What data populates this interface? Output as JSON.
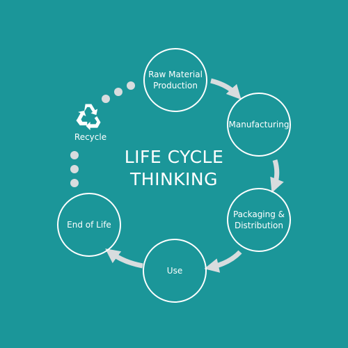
{
  "diagram": {
    "title_lines": [
      "LIFE CYCLE",
      "THINKING"
    ],
    "stages": [
      {
        "id": "raw",
        "label": "Raw Material\nProduction"
      },
      {
        "id": "mfg",
        "label": "Manufacturing"
      },
      {
        "id": "pack",
        "label": "Packaging &\nDistribution"
      },
      {
        "id": "use",
        "label": "Use"
      },
      {
        "id": "eol",
        "label": "End of Life"
      }
    ],
    "recycle": {
      "label": "Recycle",
      "icon": "recycle-icon"
    },
    "flow": [
      "raw",
      "mfg",
      "pack",
      "use",
      "eol",
      "recycle",
      "raw"
    ]
  },
  "colors": {
    "background": "#1b9699",
    "circle_stroke": "#ffffff",
    "text": "#ffffff",
    "arrow": "#d8dcde",
    "dots": "#d8dcde"
  }
}
